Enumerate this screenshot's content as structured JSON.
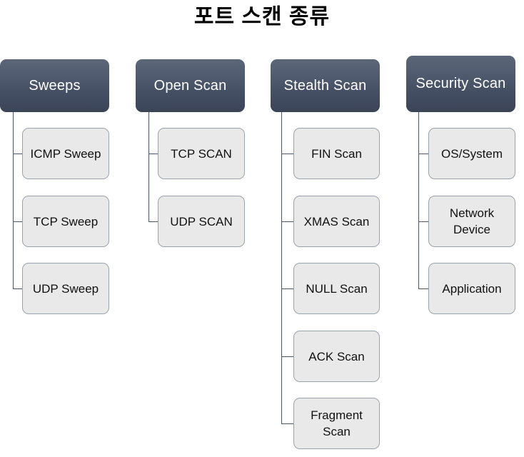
{
  "title": "포트 스캔 종류",
  "theme": {
    "background": "#ffffff",
    "header_gradient_top": "#5c6679",
    "header_gradient_bottom": "#3b4457",
    "header_text": "#ffffff",
    "child_fill": "#e9e9e9",
    "child_border": "#9ba2ae",
    "child_text": "#111111",
    "connector": "#4c5568",
    "title_text": "#000000"
  },
  "columns": [
    {
      "header": "Sweeps",
      "children": [
        {
          "label": "ICMP Sweep"
        },
        {
          "label": "TCP Sweep"
        },
        {
          "label": "UDP Sweep"
        }
      ]
    },
    {
      "header": "Open Scan",
      "children": [
        {
          "label": "TCP SCAN"
        },
        {
          "label": "UDP SCAN"
        }
      ]
    },
    {
      "header": "Stealth Scan",
      "children": [
        {
          "label": "FIN Scan"
        },
        {
          "label": "XMAS Scan"
        },
        {
          "label": "NULL Scan"
        },
        {
          "label": "ACK Scan"
        },
        {
          "label": "Fragment Scan"
        }
      ]
    },
    {
      "header": "Security Scan",
      "children": [
        {
          "label": "OS/System"
        },
        {
          "label": "Network Device"
        },
        {
          "label": "Application"
        }
      ]
    }
  ]
}
